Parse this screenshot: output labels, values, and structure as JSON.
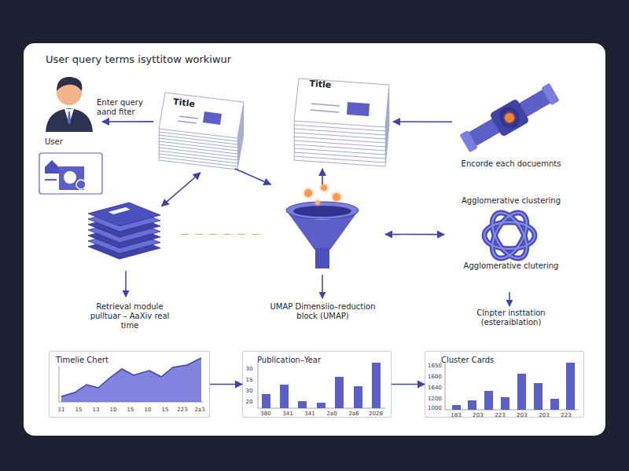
{
  "diagram": {
    "title": "User query terms isyttitow workiwur",
    "nodes": [
      {
        "text": [
          "Enter query aand fiter",
          "User"
        ]
      },
      {
        "text": [
          "Title"
        ]
      },
      {
        "text": [
          "Title"
        ]
      },
      {
        "text": [
          "Encorde each docuemnts"
        ]
      },
      {
        "text": [
          "Retrieval module pulltuar – AaXiv real time"
        ]
      },
      {
        "text": [
          "UMAP Dimensiio–reduction block (UMAP)"
        ]
      },
      {
        "text": [
          "Agglomerative clustering",
          "Agglomerative clutering",
          "Clnpter insttation (esteraiblation)"
        ]
      },
      {
        "text": [
          "Timelie Chert"
        ]
      },
      {
        "text": [
          "Publication–Year"
        ]
      },
      {
        "text": [
          "Cluster Cards"
        ]
      }
    ],
    "edges": [
      {
        "from": 1,
        "to": 0,
        "arrow": "to"
      },
      {
        "from": 3,
        "to": 2,
        "arrow": "to"
      },
      {
        "from": 4,
        "to": 1,
        "arrow": "both"
      },
      {
        "from": 1,
        "to": 5,
        "arrow": "to"
      },
      {
        "from": 5,
        "to": 2,
        "arrow": "to"
      },
      {
        "from": 4,
        "to": 5,
        "arrow": "none"
      },
      {
        "from": 5,
        "to": 6,
        "arrow": "both"
      },
      {
        "from": 7,
        "to": 8,
        "arrow": "to"
      },
      {
        "from": 8,
        "to": 9,
        "arrow": "to"
      }
    ],
    "labels": [
      "11",
      "15",
      "13",
      "10",
      "15",
      "10",
      "15",
      "223",
      "2a3",
      "30",
      "1S",
      "30",
      "20",
      "380",
      "341",
      "341",
      "2a0",
      "2a6",
      "2028",
      "1650",
      "1600",
      "1640",
      "1200",
      "1000",
      "183",
      "203",
      "223",
      "203",
      "203",
      "223"
    ]
  }
}
